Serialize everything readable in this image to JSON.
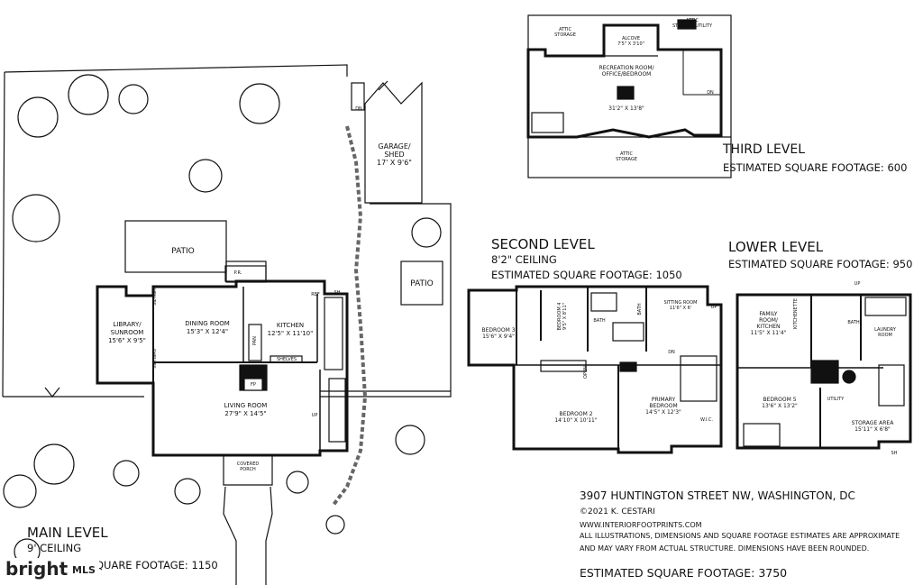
{
  "third_level": {
    "title": "THIRD LEVEL",
    "square_footage": "ESTIMATED SQUARE FOOTAGE: 600",
    "rooms": {
      "attic_storage_left": "ATTIC\nSTORAGE",
      "alcove": "ALCOVE\n7'5\" X 3'10\"",
      "attic_storage_utility": "ATTIC\nSTORAGE/UTILITY",
      "recreation_room": "RECREATION ROOM/\nOFFICE/BEDROOM",
      "recreation_dims": "31'2\" X 13'8\"",
      "attic_storage_bottom": "ATTIC\nSTORAGE",
      "dn": "DN"
    }
  },
  "second_level": {
    "title": "SECOND LEVEL",
    "ceiling": "8'2\" CEILING",
    "square_footage": "ESTIMATED SQUARE FOOTAGE: 1050",
    "rooms": {
      "bedroom3": "BEDROOM 3\n15'6\" X 9'4\"",
      "bedroom4": "BEDROOM 4\n9'5\" X 8'11\"",
      "bath1": "BATH",
      "bath2": "BATH",
      "sitting_room": "SITTING ROOM\n11'6\" X 6'",
      "bedroom2": "BEDROOM 2\n14'10\" X 10'11\"",
      "primary_bedroom": "PRIMARY\nBEDROOM\n14'5\" X 12'3\"",
      "wic": "W.I.C.",
      "open": "OPEN",
      "dn": "DN",
      "up": "UP"
    }
  },
  "lower_level": {
    "title": "LOWER LEVEL",
    "square_footage": "ESTIMATED SQUARE FOOTAGE: 950",
    "rooms": {
      "family_room": "FAMILY\nROOM/\nKITCHEN\n11'5\" X 11'4\"",
      "kitchenette": "KITCHENETTE",
      "bath": "BATH",
      "laundry": "LAUNDRY\nROOM",
      "bedroom5": "BEDROOM 5\n13'6\" X 13'2\"",
      "utility": "UTILITY",
      "storage": "STORAGE AREA\n15'11\" X 6'8\"",
      "sh1": "SH",
      "sh2": "SH",
      "up": "UP"
    }
  },
  "main_level": {
    "title": "MAIN LEVEL",
    "ceiling": "9' CEILING",
    "square_footage": "ESTIMATED SQUARE FOOTAGE: 1150",
    "rooms": {
      "patio_top": "PATIO",
      "patio_right": "PATIO",
      "garage": "GARAGE/\nSHED\n17' X 9'6\"",
      "library": "LIBRARY/\nSUNROOM\n15'6\" X 9'5\"",
      "dining_room": "DINING ROOM\n15'3\" X 12'4\"",
      "kitchen": "KITCHEN\n12'5\" X 11'10\"",
      "living_room": "LIVING ROOM\n27'9\" X 14'5\"",
      "covered_porch": "COVERED\nPORCH",
      "pr": "P.R.",
      "ref": "REF",
      "shelves1": "SHELVES",
      "shelves2": "SHELVES",
      "shelves3": "SHELVES",
      "pan": "PAN",
      "fp": "FP",
      "sh": "SH",
      "dn": "DN",
      "up": "UP"
    }
  },
  "footer": {
    "address": "3907 HUNTINGTON STREET NW, WASHINGTON, DC",
    "copyright": "©2021 K. CESTARI",
    "website": "WWW.INTERIORFOOTPRINTS.COM",
    "disclaimer1": "ALL ILLUSTRATIONS, DIMENSIONS AND SQUARE FOOTAGE ESTIMATES ARE APPROXIMATE",
    "disclaimer2": "AND MAY VARY FROM ACTUAL STRUCTURE. DIMENSIONS HAVE BEEN ROUNDED.",
    "total": "ESTIMATED SQUARE FOOTAGE: 3750"
  },
  "watermark": {
    "brand": "bright",
    "suffix": "MLS"
  }
}
